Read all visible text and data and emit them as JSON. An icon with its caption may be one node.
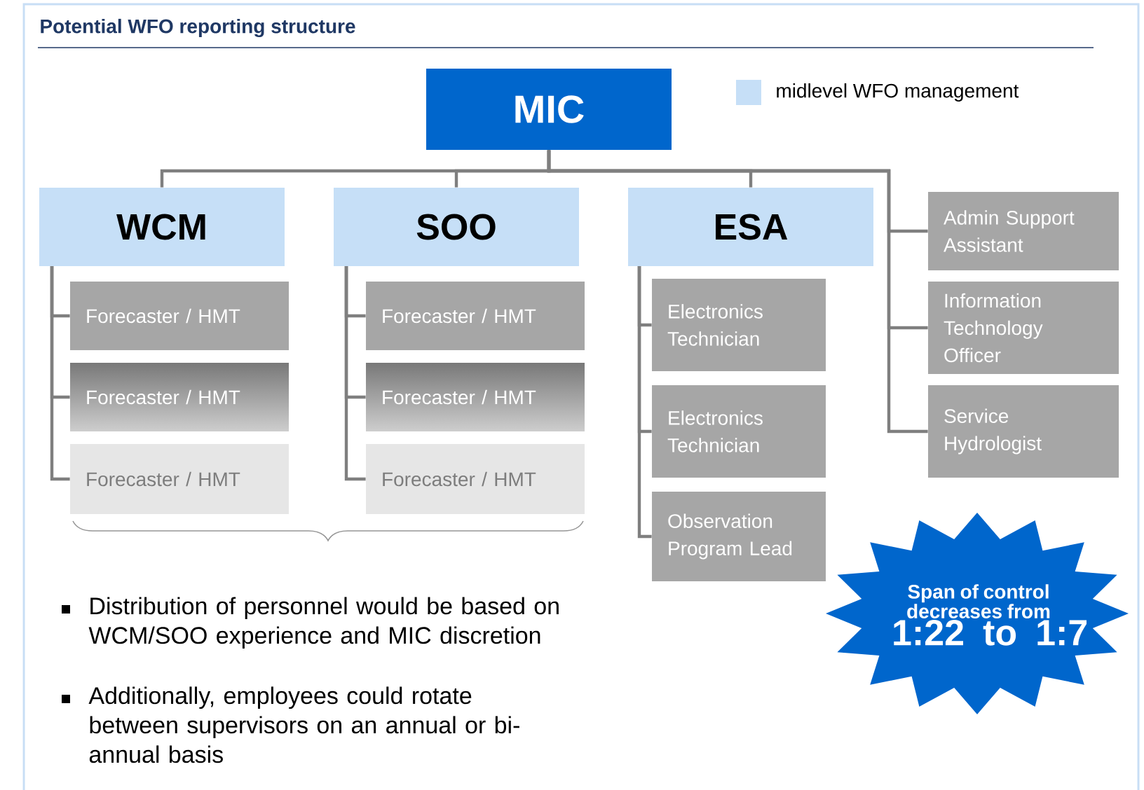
{
  "diagram": {
    "title": "Potential WFO reporting structure",
    "nodes": [
      {
        "text": [
          "MIC"
        ]
      },
      {
        "text": [
          "WCM"
        ]
      },
      {
        "text": [
          "SOO"
        ]
      },
      {
        "text": [
          "ESA"
        ]
      },
      {
        "text": [
          "Forecaster / HMT"
        ]
      },
      {
        "text": [
          "Forecaster / HMT"
        ]
      },
      {
        "text": [
          "Forecaster / HMT"
        ]
      },
      {
        "text": [
          "Forecaster / HMT"
        ]
      },
      {
        "text": [
          "Forecaster / HMT"
        ]
      },
      {
        "text": [
          "Forecaster / HMT"
        ]
      },
      {
        "text": [
          "Electronics Technician"
        ]
      },
      {
        "text": [
          "Electronics Technician"
        ]
      },
      {
        "text": [
          "Observation Program Lead"
        ]
      },
      {
        "text": [
          "Admin Support Assistant"
        ]
      },
      {
        "text": [
          "Information Technology Officer"
        ]
      },
      {
        "text": [
          "Service Hydrologist"
        ]
      },
      {
        "text": [
          "Span of control decreases from",
          "1:22 to 1:7"
        ]
      }
    ],
    "edges": [
      {
        "from": 0,
        "to": 1,
        "arrow": "none"
      },
      {
        "from": 0,
        "to": 2,
        "arrow": "none"
      },
      {
        "from": 0,
        "to": 3,
        "arrow": "none"
      },
      {
        "from": 0,
        "to": 13,
        "arrow": "none"
      },
      {
        "from": 0,
        "to": 14,
        "arrow": "none"
      },
      {
        "from": 0,
        "to": 15,
        "arrow": "none"
      },
      {
        "from": 1,
        "to": 4,
        "arrow": "none"
      },
      {
        "from": 1,
        "to": 5,
        "arrow": "none"
      },
      {
        "from": 1,
        "to": 6,
        "arrow": "none"
      },
      {
        "from": 2,
        "to": 7,
        "arrow": "none"
      },
      {
        "from": 2,
        "to": 8,
        "arrow": "none"
      },
      {
        "from": 2,
        "to": 9,
        "arrow": "none"
      },
      {
        "from": 3,
        "to": 10,
        "arrow": "none"
      },
      {
        "from": 3,
        "to": 11,
        "arrow": "none"
      },
      {
        "from": 3,
        "to": 12,
        "arrow": "none"
      }
    ],
    "labels": [
      "Distribution of personnel would be based on WCM/SOO experience and MIC discretion",
      "Additionally, employees could rotate between supervisors on an annual or bi-annual basis"
    ],
    "legend": [
      {
        "text": "midlevel WFO management",
        "color": "#c6dff7"
      }
    ]
  }
}
